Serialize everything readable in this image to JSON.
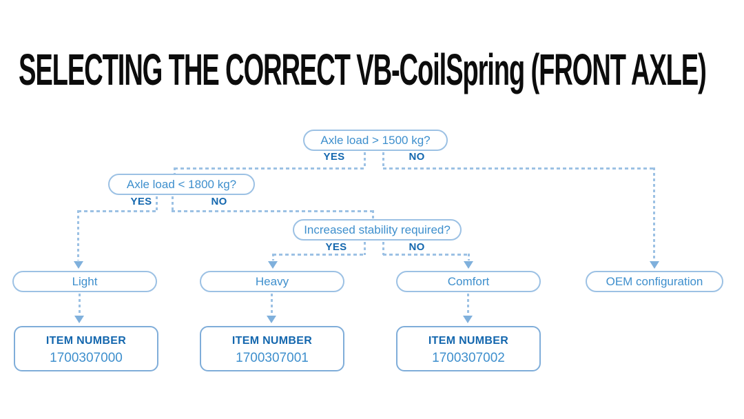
{
  "title": "SELECTING THE CORRECT VB-CoilSpring (FRONT AXLE)",
  "colors": {
    "title_text": "#0c0c0c",
    "node_border": "#9cc1e4",
    "node_text": "#3e8fcd",
    "bold_blue": "#1467ae",
    "connector": "#9cc1e4",
    "arrowhead": "#7fb0dc",
    "itembox_border": "#7fadd9"
  },
  "decisions": {
    "axle_load_1500": {
      "label": "Axle load > 1500 kg?",
      "yes": "YES",
      "no": "NO"
    },
    "axle_load_1800": {
      "label": "Axle load < 1800 kg?",
      "yes": "YES",
      "no": "NO"
    },
    "stability": {
      "label": "Increased stability required?",
      "yes": "YES",
      "no": "NO"
    }
  },
  "results": {
    "light": {
      "label": "Light",
      "item_label": "ITEM NUMBER",
      "item_number": "1700307000"
    },
    "heavy": {
      "label": "Heavy",
      "item_label": "ITEM NUMBER",
      "item_number": "1700307001"
    },
    "comfort": {
      "label": "Comfort",
      "item_label": "ITEM NUMBER",
      "item_number": "1700307002"
    },
    "oem": {
      "label": "OEM configuration"
    }
  }
}
